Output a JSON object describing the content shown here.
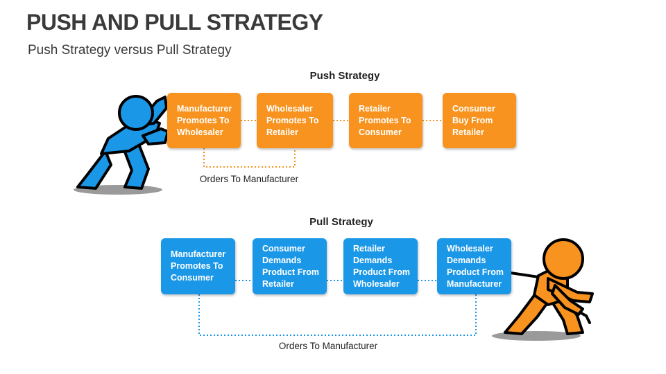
{
  "header": {
    "title": "PUSH AND PULL STRATEGY",
    "subtitle": "Push Strategy versus Pull Strategy"
  },
  "push": {
    "heading": "Push Strategy",
    "color": "#F7931E",
    "steps": [
      "Manufacturer\nPromotes To\nWholesaler",
      "Wholesaler\nPromotes To\nRetailer",
      "Retailer\nPromotes To\nConsumer",
      "Consumer\nBuy From\nRetailer"
    ],
    "loop_label": "Orders To Manufacturer"
  },
  "pull": {
    "heading": "Pull Strategy",
    "color": "#1B97E8",
    "steps": [
      "Manufacturer\nPromotes To\nConsumer",
      "Consumer\nDemands\nProduct From\nRetailer",
      "Retailer\nDemands\nProduct From\nWholesaler",
      "Wholesaler\nDemands\nProduct From\nManufacturer"
    ],
    "loop_label": "Orders To Manufacturer"
  },
  "figures": {
    "pusher_icon": "pushing-person-icon",
    "puller_icon": "pulling-person-icon"
  }
}
